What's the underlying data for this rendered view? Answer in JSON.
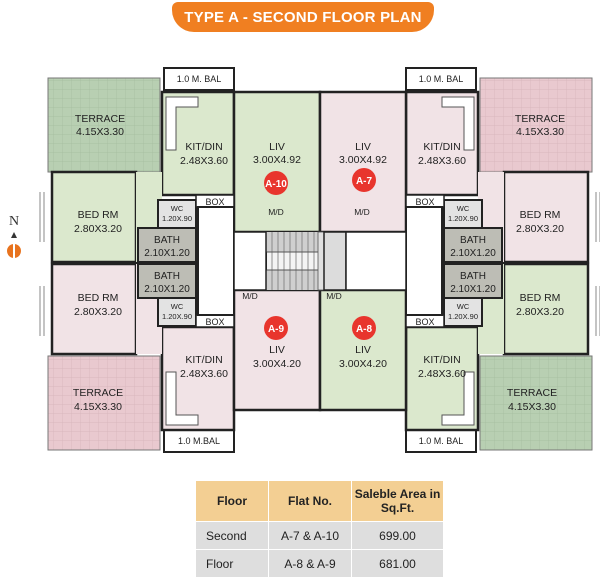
{
  "title": "TYPE A - SECOND FLOOR PLAN",
  "compass": {
    "label": "N"
  },
  "rooms": {
    "bal_tl": "1.0 M. BAL",
    "bal_tr": "1.0 M. BAL",
    "bal_bl": "1.0 M.BAL",
    "bal_br": "1.0 M. BAL",
    "terrace_tl": {
      "name": "TERRACE",
      "size": "4.15X3.30"
    },
    "terrace_tr": {
      "name": "TERRACE",
      "size": "4.15X3.30"
    },
    "terrace_bl": {
      "name": "TERRACE",
      "size": "4.15X3.30"
    },
    "terrace_br": {
      "name": "TERRACE",
      "size": "4.15X3.30"
    },
    "kit_tl": {
      "name": "KIT/DIN",
      "size": "2.48X3.60"
    },
    "kit_tr": {
      "name": "KIT/DIN",
      "size": "2.48X3.60"
    },
    "kit_bl": {
      "name": "KIT/DIN",
      "size": "2.48X3.60"
    },
    "kit_br": {
      "name": "KIT/DIN",
      "size": "2.48X3.60"
    },
    "liv_a10": {
      "name": "LIV",
      "size": "3.00X4.92"
    },
    "liv_a7": {
      "name": "LIV",
      "size": "3.00X4.92"
    },
    "liv_a9": {
      "name": "LIV",
      "size": "3.00X4.20"
    },
    "liv_a8": {
      "name": "LIV",
      "size": "3.00X4.20"
    },
    "bed_tl": {
      "name": "BED RM",
      "size": "2.80X3.20"
    },
    "bed_tr": {
      "name": "BED RM",
      "size": "2.80X3.20"
    },
    "bed_bl": {
      "name": "BED RM",
      "size": "2.80X3.20"
    },
    "bed_br": {
      "name": "BED RM",
      "size": "2.80X3.20"
    },
    "bath_tl": {
      "name": "BATH",
      "size": "2.10X1.20"
    },
    "bath_tr": {
      "name": "BATH",
      "size": "2.10X1.20"
    },
    "bath_bl": {
      "name": "BATH",
      "size": "2.10X1.20"
    },
    "bath_br": {
      "name": "BATH",
      "size": "2.10X1.20"
    },
    "wc_tl": {
      "name": "WC",
      "size": "1.20X.90"
    },
    "wc_tr": {
      "name": "WC",
      "size": "1.20X.90"
    },
    "wc_bl": {
      "name": "WC",
      "size": "1.20X.90"
    },
    "wc_br": {
      "name": "WC",
      "size": "1.20X.90"
    },
    "box_tl": "BOX",
    "box_tr": "BOX",
    "box_bl": "BOX",
    "box_br": "BOX",
    "md_a10": "M/D",
    "md_a7": "M/D",
    "md_a9": "M/D",
    "md_a8": "M/D"
  },
  "flat_badges": {
    "a10": "A-10",
    "a7": "A-7",
    "a9": "A-9",
    "a8": "A-8"
  },
  "colors": {
    "terrace": "#b8cfb2",
    "terrace_pink": "#e9c9cf",
    "green_room": "#dbe8cd",
    "pink_room": "#f1e3e6",
    "bath": "#bdbdb5",
    "badge": "#e8352d",
    "banner": "#f07f21"
  },
  "area_table": {
    "headers": [
      "Floor",
      "Flat No.",
      "Saleble Area in Sq.Ft."
    ],
    "rows": [
      [
        "Second",
        "A-7 & A-10",
        "699.00"
      ],
      [
        "Floor",
        "A-8 & A-9",
        "681.00"
      ]
    ]
  }
}
